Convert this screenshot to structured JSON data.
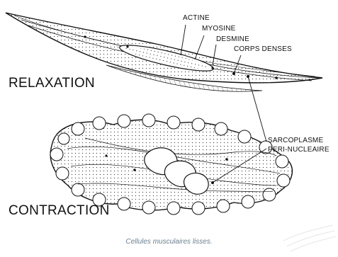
{
  "labels": {
    "actine": "ACTINE",
    "myosine": "MYOSINE",
    "desmine": "DESMINE",
    "corps_denses": "CORPS DENSES",
    "sarcoplasme": "SARCOPLASME",
    "peri_nucleaire": "PERI-NUCLEAIRE",
    "relaxation": "RELAXATION",
    "contraction": "CONTRACTION"
  },
  "caption": "Cellules musculaires lisses."
}
